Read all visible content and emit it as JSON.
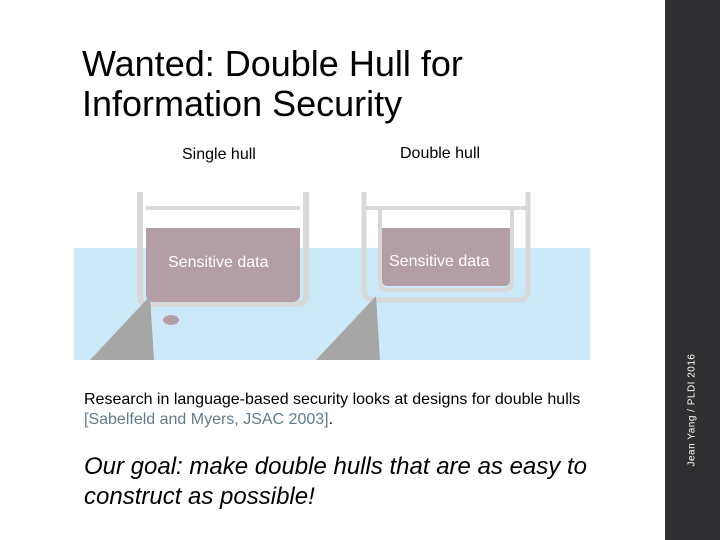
{
  "slide": {
    "title_line1": "Wanted: Double Hull for",
    "title_line2": "Information Security",
    "single_hull_label": "Single hull",
    "double_hull_label": "Double hull",
    "single_sensitive_label": "Sensitive data",
    "double_sensitive_label": "Sensitive data",
    "research_text": "Research in language-based security looks at designs for double hulls ",
    "research_citation": "[Sabelfeld and Myers, JSAC 2003]",
    "research_period": ".",
    "goal_text": "Our goal: make double hulls that are as easy to construct as possible!",
    "sidebar_text": "Jean Yang / PLDI 2016"
  },
  "colors": {
    "water": "#cce9f9",
    "hull_fill": "#b49ea6",
    "hull_frame": "#d8d8d8",
    "rock": "#a6a6a6",
    "sidebar": "#2f2f31",
    "citation": "#607d8b"
  }
}
